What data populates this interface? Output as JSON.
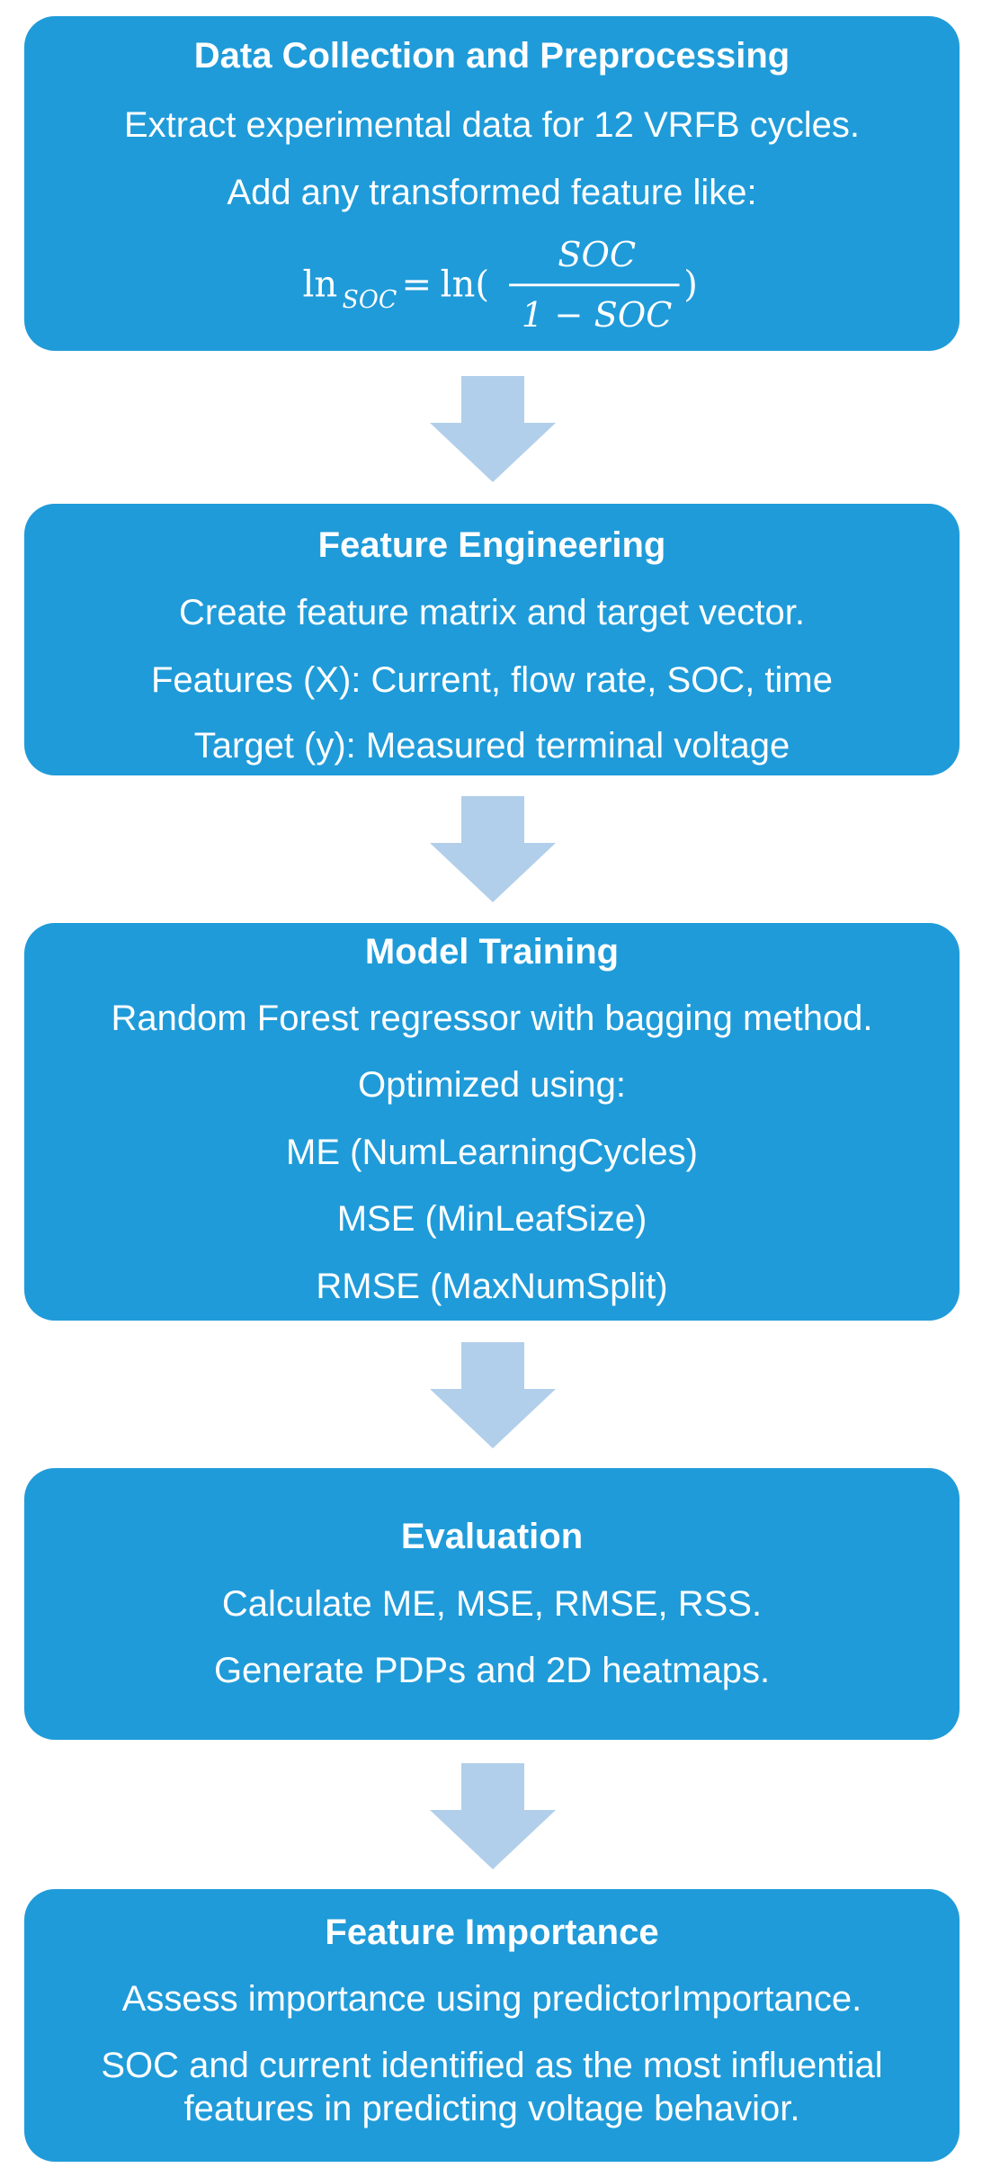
{
  "colors": {
    "box_fill": "#1f9bd9",
    "arrow_fill": "#b1cfea",
    "text": "#ffffff"
  },
  "steps": [
    {
      "title": "Data Collection and Preprocessing",
      "lines": [
        "Extract experimental data for 12 VRFB cycles.",
        "Add any transformed feature like:"
      ],
      "formula": {
        "lhs": "ln",
        "lhs_sub": "SOC",
        "rhs_fn": "ln(",
        "numerator": "SOC",
        "denominator": "1 − SOC",
        "close": ")"
      }
    },
    {
      "title": "Feature Engineering",
      "lines": [
        "Create feature matrix and target vector.",
        "Features (X): Current, flow rate, SOC, time",
        "Target (y): Measured terminal voltage"
      ]
    },
    {
      "title": "Model Training",
      "lines": [
        "Random Forest regressor with bagging method.",
        "Optimized using:",
        "ME (NumLearningCycles)",
        "MSE (MinLeafSize)",
        "RMSE (MaxNumSplit)"
      ]
    },
    {
      "title": "Evaluation",
      "lines": [
        "Calculate ME, MSE, RMSE, RSS.",
        "Generate PDPs and 2D heatmaps."
      ]
    },
    {
      "title": "Feature Importance",
      "lines": [
        "Assess importance using predictorImportance.",
        "SOC and current identified as the most influential",
        "features in predicting voltage behavior."
      ]
    }
  ]
}
